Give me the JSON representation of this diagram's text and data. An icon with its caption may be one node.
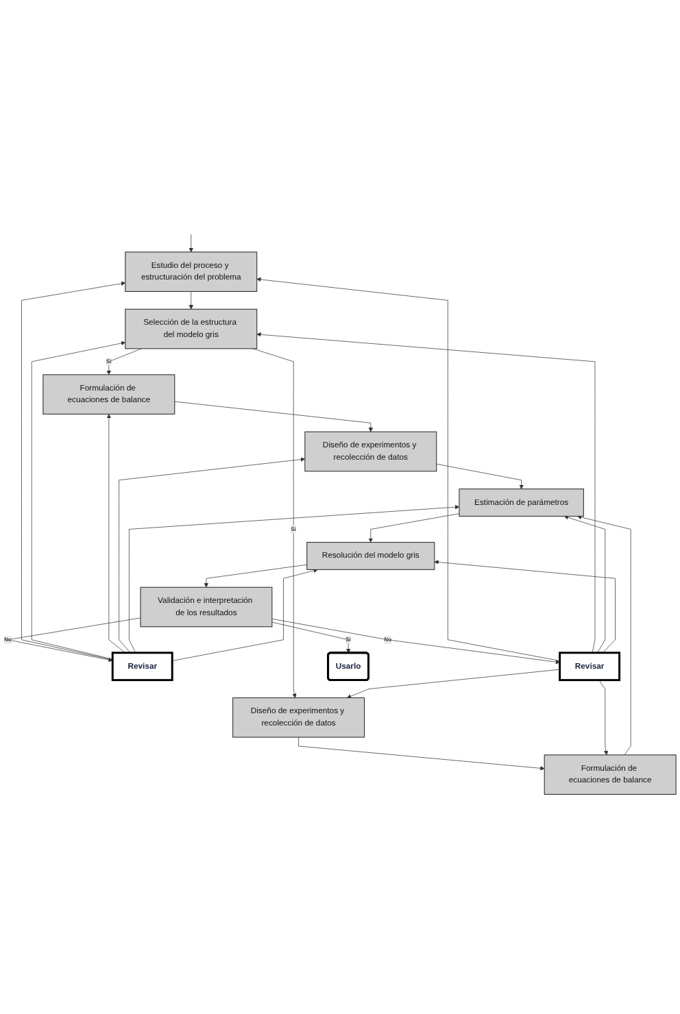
{
  "diagram": {
    "nodes": [
      {
        "text": [
          "Estudio del proceso y estructuración del problema"
        ]
      },
      {
        "text": [
          "Selección de la estructura del modelo gris"
        ]
      },
      {
        "text": [
          "Formulación de ecuaciones de balance"
        ]
      },
      {
        "text": [
          "Diseño de experimentos y recolección de datos"
        ]
      },
      {
        "text": [
          "Diseño de experimentos y recolección de datos"
        ]
      },
      {
        "text": [
          "Formulación de ecuaciones de balance"
        ]
      },
      {
        "text": [
          "Estimación de parámetros"
        ]
      },
      {
        "text": [
          "Resolución del modelo gris"
        ]
      },
      {
        "text": [
          "Validación e interpretación de los resultados"
        ]
      },
      {
        "text": [
          "Revisar"
        ]
      },
      {
        "text": [
          "Revisar"
        ]
      },
      {
        "text": [
          "Usarlo"
        ]
      }
    ],
    "edges": [
      {
        "from": null,
        "to": 0,
        "arrow": "to"
      },
      {
        "from": 0,
        "to": 1,
        "arrow": "to"
      },
      {
        "from": 1,
        "to": 2,
        "arrow": "to",
        "label": "Si"
      },
      {
        "from": 1,
        "to": 3,
        "arrow": "to",
        "label": "Si"
      },
      {
        "from": 2,
        "to": 4,
        "arrow": "to"
      },
      {
        "from": 3,
        "to": 5,
        "arrow": "to"
      },
      {
        "from": 4,
        "to": 6,
        "arrow": "to"
      },
      {
        "from": 5,
        "to": 6,
        "arrow": "to"
      },
      {
        "from": 6,
        "to": 7,
        "arrow": "to"
      },
      {
        "from": 7,
        "to": 8,
        "arrow": "to"
      },
      {
        "from": 8,
        "to": 9,
        "arrow": "to",
        "label": "No"
      },
      {
        "from": 8,
        "to": 10,
        "arrow": "to",
        "label": "No"
      },
      {
        "from": 8,
        "to": 11,
        "arrow": "to",
        "label": "Si"
      },
      {
        "from": 9,
        "to": 0,
        "arrow": "to"
      },
      {
        "from": 9,
        "to": 1,
        "arrow": "to"
      },
      {
        "from": 9,
        "to": 2,
        "arrow": "to"
      },
      {
        "from": 9,
        "to": 4,
        "arrow": "to"
      },
      {
        "from": 9,
        "to": 6,
        "arrow": "to"
      },
      {
        "from": 9,
        "to": 7,
        "arrow": "to"
      },
      {
        "from": 10,
        "to": 0,
        "arrow": "to"
      },
      {
        "from": 10,
        "to": 1,
        "arrow": "to"
      },
      {
        "from": 10,
        "to": 3,
        "arrow": "to"
      },
      {
        "from": 10,
        "to": 5,
        "arrow": "to"
      },
      {
        "from": 10,
        "to": 6,
        "arrow": "to"
      },
      {
        "from": 10,
        "to": 7,
        "arrow": "to"
      }
    ]
  }
}
